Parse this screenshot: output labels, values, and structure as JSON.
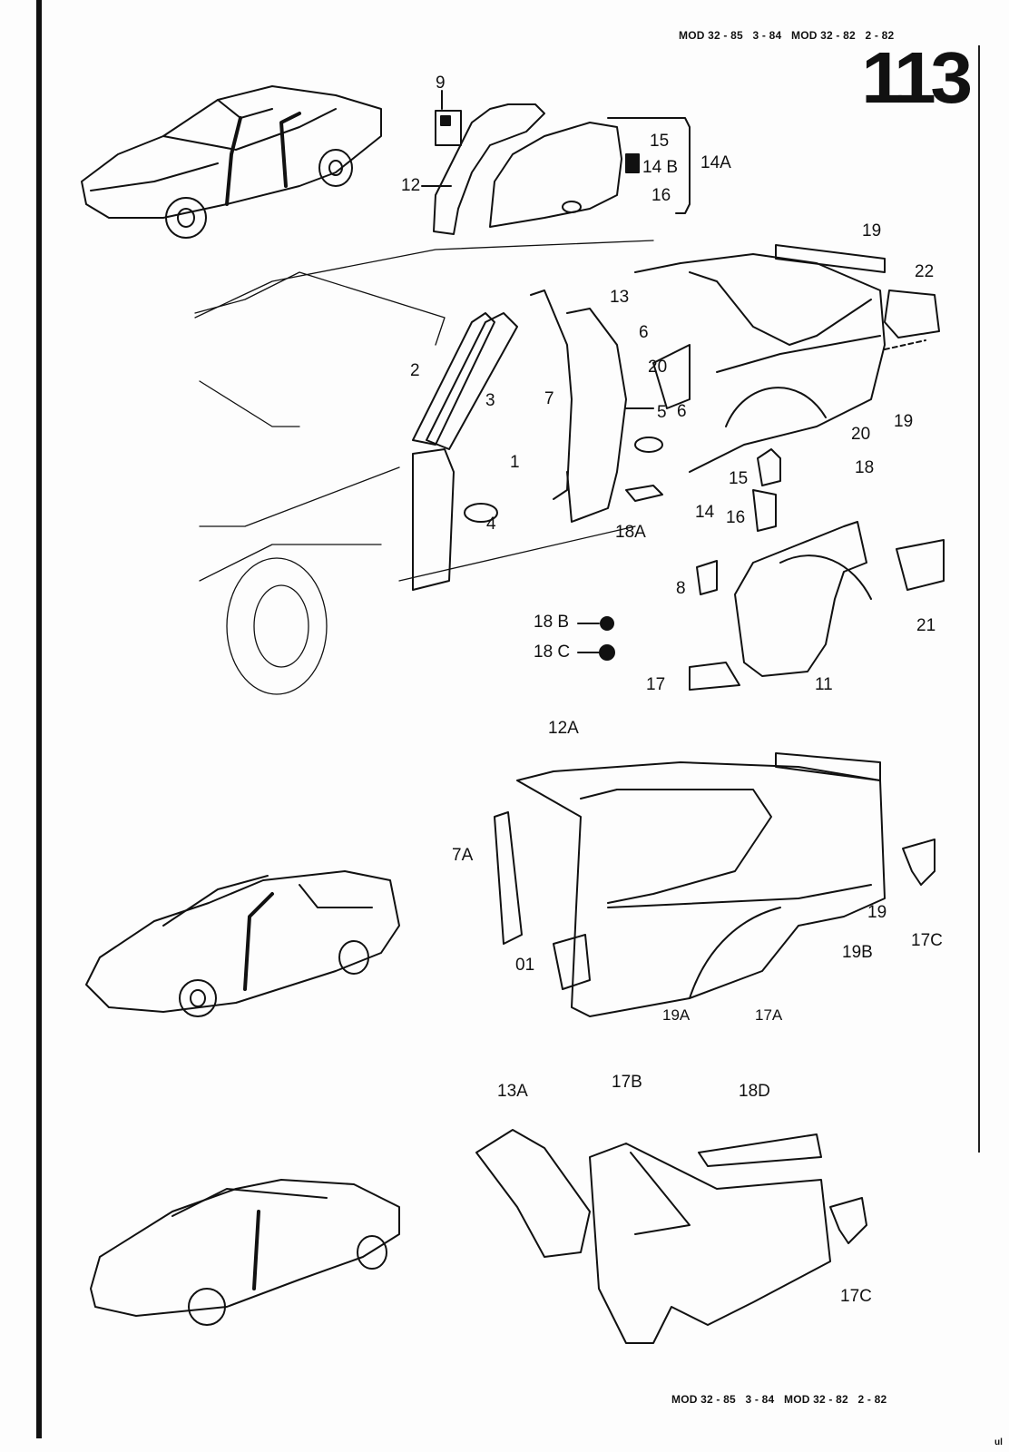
{
  "header": {
    "model_ref_1": "MOD 32 - 85",
    "date_1": "3 - 84",
    "model_ref_2": "MOD 32 - 82",
    "date_2": "2 - 82",
    "page_number": "113"
  },
  "footer": {
    "model_ref_1": "MOD 32 - 85",
    "date_1": "3 - 84",
    "model_ref_2": "MOD 32 - 82",
    "date_2": "2 - 82",
    "corner_mark": "ul"
  },
  "diagrams": {
    "main_4door": {
      "part_labels": [
        "9",
        "12",
        "15",
        "14 B",
        "16",
        "14A",
        "19",
        "22",
        "13",
        "6",
        "2",
        "3",
        "7",
        "20",
        "5",
        "6",
        "1",
        "4",
        "18A",
        "20",
        "19",
        "18",
        "15",
        "14",
        "16",
        "8",
        "18 B",
        "18 C",
        "21",
        "17",
        "11"
      ]
    },
    "coupe": {
      "part_labels": [
        "12A",
        "7A",
        "01",
        "19A",
        "17A",
        "19",
        "19B",
        "17C"
      ]
    },
    "sedan": {
      "part_labels": [
        "13A",
        "17B",
        "18D",
        "17C"
      ]
    }
  },
  "thumbnails": [
    {
      "name": "4-door hatchback reference"
    },
    {
      "name": "2-door coupe reference"
    },
    {
      "name": "sedan reference"
    }
  ]
}
